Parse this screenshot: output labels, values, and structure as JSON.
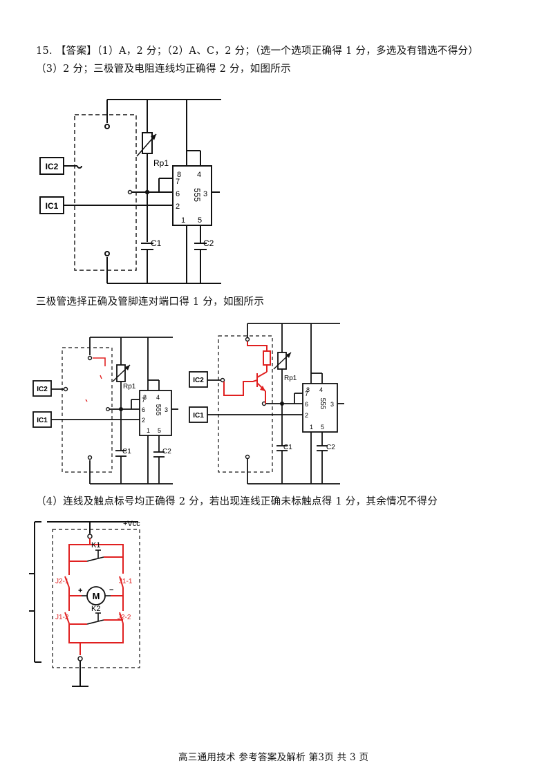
{
  "answer": {
    "line1": "15. 【答案】（1）A，2 分；（2）A、C，2 分；（选一个选项正确得 1 分，多选及有错选不得分）",
    "line2": "（3）2 分；三极管及电阻连线均正确得 2 分，如图所示",
    "note_transistor": "三极管选择正确及管脚连对端口得 1 分，如图所示",
    "line4": "（4）连线及触点标号均正确得 2 分，若出现连线正确未标触点得 1 分，其余情况不得分"
  },
  "circuit_labels": {
    "ic1": "IC1",
    "ic2": "IC2",
    "rp1": "Rp1",
    "chip": "555",
    "pin1": "1",
    "pin2": "2",
    "pin3": "3",
    "pin4": "4",
    "pin5": "5",
    "pin6": "6",
    "pin7": "7",
    "pin8": "8",
    "c1": "C1",
    "c2": "C2"
  },
  "motor_labels": {
    "vcc": "+Vcc",
    "k1": "K1",
    "k2": "K2",
    "j2_1": "J2-1",
    "j1_1": "J1-1",
    "j1_2": "J1-2",
    "j2_2": "J2-2",
    "motor": "M",
    "plus": "+",
    "minus": "−"
  },
  "footer": "高三通用技术  参考答案及解析  第3页  共 3 页",
  "colors": {
    "ink": "#111111",
    "answer_red": "#e02020"
  }
}
